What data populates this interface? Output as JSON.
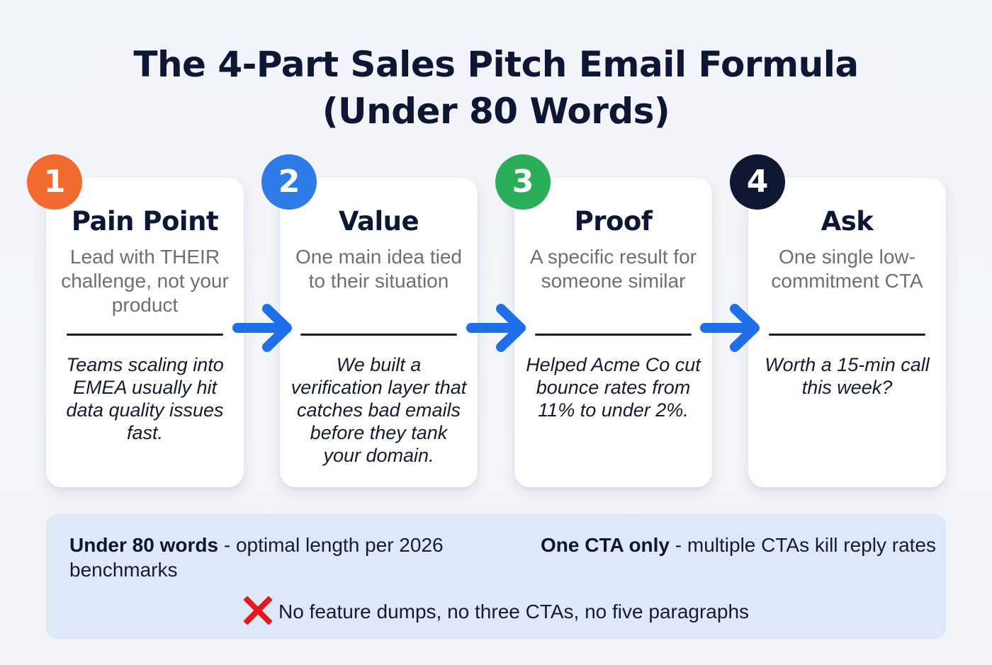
{
  "header": {
    "title_line1": "The 4-Part Sales Pitch Email Formula",
    "title_line2": "(Under 80 Words)"
  },
  "steps": [
    {
      "number": "1",
      "badge_color": "#f26a2e",
      "title": "Pain Point",
      "subtitle": "Lead with THEIR challenge, not your product",
      "example": "Teams scaling into EMEA usually hit data quality issues fast."
    },
    {
      "number": "2",
      "badge_color": "#2f7be8",
      "title": "Value",
      "subtitle": "One main idea tied to their situation",
      "example": "We built a verification layer that catches bad emails before they tank your domain."
    },
    {
      "number": "3",
      "badge_color": "#2aae5a",
      "title": "Proof",
      "subtitle": "A specific result for someone similar",
      "example": "Helped Acme Co cut bounce rates from 11% to under 2%."
    },
    {
      "number": "4",
      "badge_color": "#0f1733",
      "title": "Ask",
      "subtitle": "One single low-commitment CTA",
      "example": "Worth a 15-min call this week?"
    }
  ],
  "arrows": {
    "color": "#1f6fe8",
    "icon": "arrow-right-icon"
  },
  "footer": {
    "tip_left_bold": "Under 80 words",
    "tip_left_rest": " - optimal length per 2026 benchmarks",
    "tip_right_bold": "One CTA only",
    "tip_right_rest": " - multiple CTAs kill reply rates",
    "warning_icon": "red-x-icon",
    "warning_color": "#e3191f",
    "warning_text": "No feature dumps, no three CTAs, no five paragraphs"
  },
  "colors": {
    "background": "#f2f4f8",
    "card": "#ffffff",
    "title": "#0d1633",
    "subtitle": "#6a6f79",
    "footer_bg": "#dde9f8"
  }
}
